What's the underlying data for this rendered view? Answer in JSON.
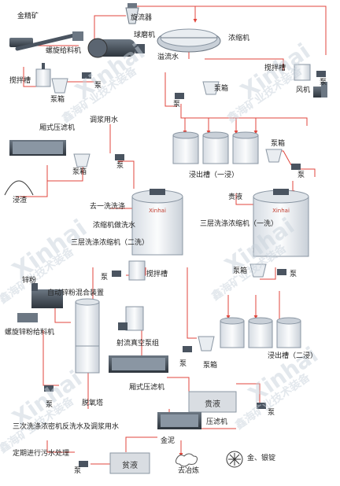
{
  "labels": {
    "gold_concentrate": "金精矿",
    "screw_feeder": "螺旋给料机",
    "cyclone": "旋流器",
    "ball_mill": "球磨机",
    "thickener": "浓缩机",
    "overflow_water": "溢流水",
    "agitation_tank_1": "搅拌槽",
    "pump_1": "泵",
    "pump_box_1": "泵箱",
    "agitation_tank_2": "搅拌槽",
    "pump_2": "泵",
    "pump_3": "泵",
    "pump_box_2": "泵箱",
    "blower": "风机",
    "frame_filter_press_1": "厢式压滤机",
    "slurry_water": "调浆用水",
    "pump_box_3": "泵箱",
    "pump_4": "泵",
    "leach_residue": "浸渣",
    "leach_tank_1": "浸出槽（一浸）",
    "pump_box_4": "泵箱",
    "pump_5": "泵",
    "first_wash": "去一洗洗涤",
    "thickener_wash_water": "浓缩机做洗水",
    "three_layer_thickener_2": "三层洗涤浓缩机（二洗）",
    "pregnant_solution": "贵液",
    "three_layer_thickener_1": "三层洗涤浓缩机（一洗）",
    "pump_6": "泵",
    "agitation_tank_3": "搅拌槽",
    "pump_box_5": "泵箱",
    "pump_7": "泵",
    "zinc_powder": "锌粉",
    "zinc_mixing": "自动锌粉混合装置",
    "zinc_screw_feeder": "螺旋锌粉给料机",
    "jet_vacuum": "射流真空泵组",
    "pump_8": "泵",
    "pump_box_6": "泵箱",
    "leach_tank_2": "浸出槽（二浸）",
    "deoxygen_tower": "脱氧塔",
    "frame_filter_press_2": "厢式压滤机",
    "pregnant_box": "贵液",
    "pump_9": "泵",
    "pump_10": "泵",
    "reuse_water": "三次洗涤浓密机反洗水及调浆用水",
    "filter_press": "压滤机",
    "gold_mud": "金泥",
    "regular_sewage": "定期进行污水处理",
    "pump_11": "泵",
    "barren_solution": "贫液",
    "smelting": "去冶炼",
    "gold_silver_ingot": "金、银锭",
    "tank_brand": "Xinhai"
  },
  "watermark": {
    "brand": "Xinhai",
    "cn": "鑫海矿业技术装备"
  },
  "colors": {
    "flow_line": "#e0463c",
    "tank_body": "#f2f4f7",
    "tank_stroke": "#8a96a3",
    "equipment_dark": "#4a5460",
    "box_fill": "#d9dde2",
    "watermark": "#c9d3dc"
  }
}
